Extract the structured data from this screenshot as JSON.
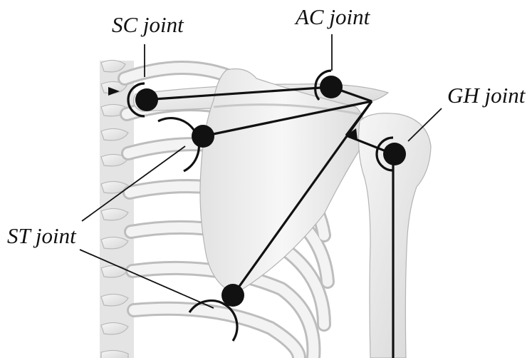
{
  "diagram": {
    "joint_labels": {
      "sc": "SC joint",
      "ac": "AC joint",
      "gh": "GH joint",
      "st": "ST joint"
    },
    "colors": {
      "bone_fill": "#ececec",
      "bone_shade": "#cfcfcf",
      "bone_outline": "#b4b4b4",
      "line": "#111111",
      "joint_marker": "#111111",
      "background": "#ffffff"
    },
    "icons": {
      "joint_marker": "black-circle-with-arc",
      "constraint_marker": "black-triangle"
    }
  }
}
